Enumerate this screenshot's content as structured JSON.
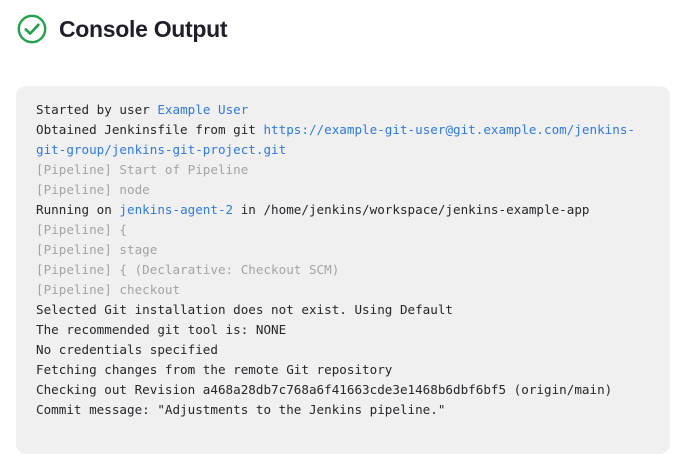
{
  "header": {
    "title": "Console Output",
    "status_icon": "check-circle-icon",
    "status_color": "#22a04a"
  },
  "theme": {
    "page_background": "#ffffff",
    "panel_background": "#f0f0f0",
    "text_color": "#26262b",
    "muted_color": "#a3a3a3",
    "link_color": "#2e7ae0",
    "title_color": "#1f1f29"
  },
  "console": {
    "lines": [
      {
        "id": "started-by-user",
        "muted": false,
        "segments": [
          {
            "text": "Started by user ",
            "style": "plain"
          },
          {
            "text": "Example User",
            "style": "link"
          }
        ]
      },
      {
        "id": "obtained-jenkinsfile",
        "muted": false,
        "segments": [
          {
            "text": "Obtained Jenkinsfile from git ",
            "style": "plain"
          },
          {
            "text": "https://example-git-user@git.example.com/jenkins-git-group/jenkins-git-project.git",
            "style": "link"
          }
        ]
      },
      {
        "id": "pipeline-start-of-pipeline",
        "muted": true,
        "segments": [
          {
            "text": "[Pipeline] Start of Pipeline",
            "style": "muted"
          }
        ]
      },
      {
        "id": "pipeline-node",
        "muted": true,
        "segments": [
          {
            "text": "[Pipeline] node",
            "style": "muted"
          }
        ]
      },
      {
        "id": "running-on-agent",
        "muted": false,
        "segments": [
          {
            "text": "Running on ",
            "style": "plain"
          },
          {
            "text": "jenkins-agent-2",
            "style": "link"
          },
          {
            "text": " in /home/jenkins/workspace/jenkins-example-app",
            "style": "plain"
          }
        ]
      },
      {
        "id": "pipeline-open-brace",
        "muted": true,
        "segments": [
          {
            "text": "[Pipeline] {",
            "style": "muted"
          }
        ]
      },
      {
        "id": "pipeline-stage",
        "muted": true,
        "segments": [
          {
            "text": "[Pipeline] stage",
            "style": "muted"
          }
        ]
      },
      {
        "id": "pipeline-declarative-checkout-scm",
        "muted": true,
        "segments": [
          {
            "text": "[Pipeline] { (Declarative: Checkout SCM)",
            "style": "muted"
          }
        ]
      },
      {
        "id": "pipeline-checkout",
        "muted": true,
        "segments": [
          {
            "text": "[Pipeline] checkout",
            "style": "muted"
          }
        ]
      },
      {
        "id": "selected-git-installation",
        "muted": false,
        "segments": [
          {
            "text": "Selected Git installation does not exist. Using Default",
            "style": "plain"
          }
        ]
      },
      {
        "id": "recommended-git-tool",
        "muted": false,
        "segments": [
          {
            "text": "The recommended git tool is: NONE",
            "style": "plain"
          }
        ]
      },
      {
        "id": "no-credentials-specified",
        "muted": false,
        "segments": [
          {
            "text": "No credentials specified",
            "style": "plain"
          }
        ]
      },
      {
        "id": "fetching-changes",
        "muted": false,
        "segments": [
          {
            "text": "Fetching changes from the remote Git repository",
            "style": "plain"
          }
        ]
      },
      {
        "id": "checking-out-revision",
        "muted": false,
        "segments": [
          {
            "text": "Checking out Revision a468a28db7c768a6f41663cde3e1468b6dbf6bf5 (origin/main)",
            "style": "plain"
          }
        ]
      },
      {
        "id": "commit-message",
        "muted": false,
        "segments": [
          {
            "text": "Commit message: \"Adjustments to the Jenkins pipeline.\"",
            "style": "plain"
          }
        ]
      }
    ]
  }
}
